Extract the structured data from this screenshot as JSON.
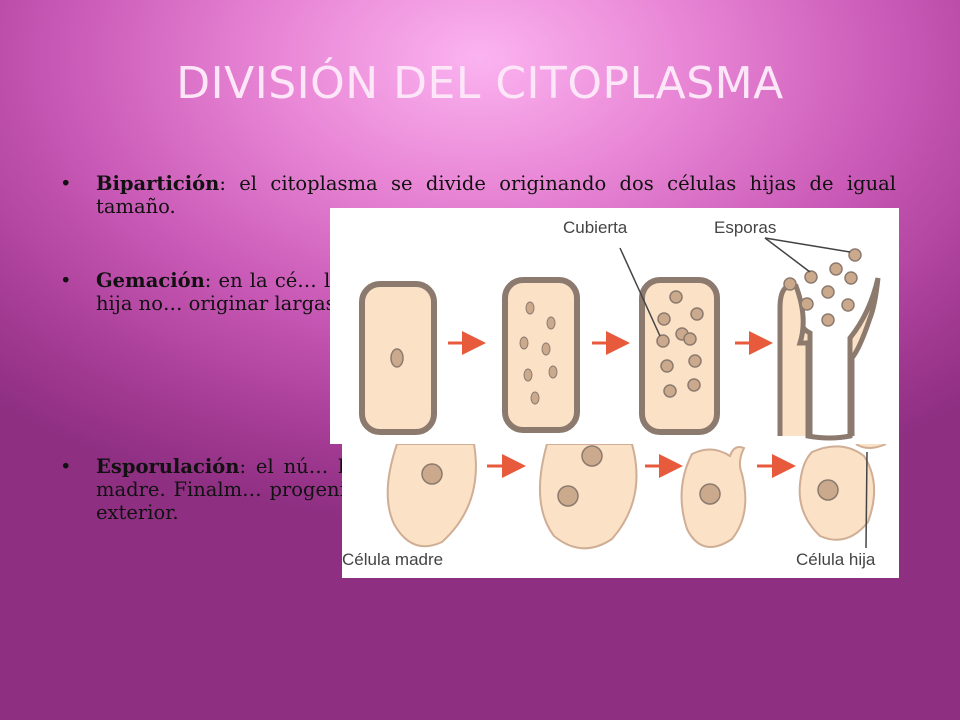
{
  "slide": {
    "title": "DIVISIÓN DEL CITOPLASMA",
    "bullets": [
      {
        "term": "Bipartición",
        "text": ": el citoplasma se divide originando dos células hijas de igual tamaño."
      },
      {
        "term": "Gemación",
        "text": ": en la cé… llamado yema, dich… una célula hija de m… ocasiones la hija no… originar largas caden…"
      },
      {
        "term": "Esporulación",
        "text": ": el nú… lo que se obtienen va… una membrana y se … célula madre. Finalm… progenitora rompe su membrana y las nuevas células salen al exterior."
      }
    ],
    "bullet_marker": "•"
  },
  "figure": {
    "labels": {
      "cubierta": "Cubierta",
      "esporas": "Esporas",
      "celula_madre": "Célula madre",
      "celula_hija": "Célula hija"
    },
    "colors": {
      "cell_fill": "#fbe1c6",
      "cell_wall": "#8c7a6e",
      "nucleus": "#caa98c",
      "arrow": "#e85a3c",
      "label": "#444444"
    }
  }
}
